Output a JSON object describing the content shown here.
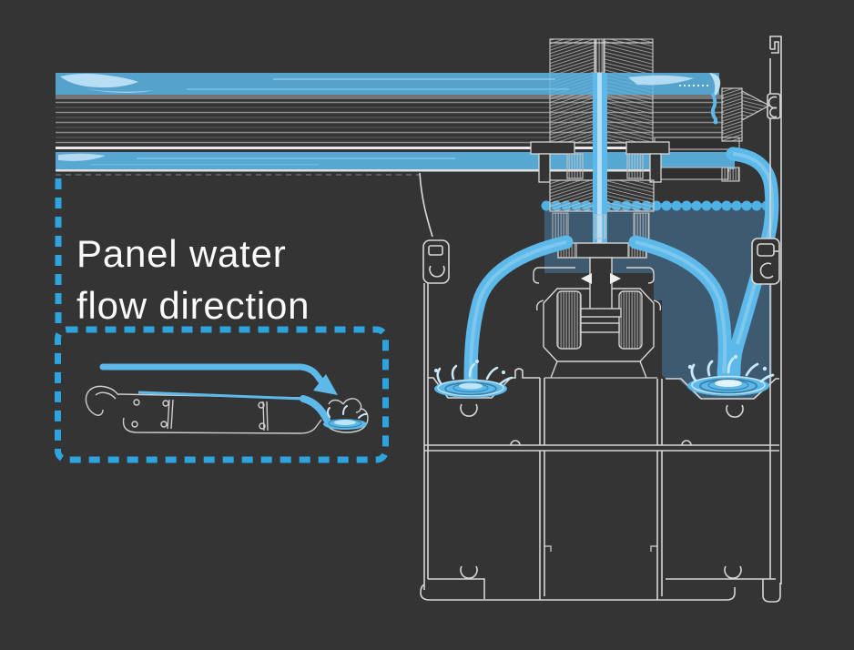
{
  "caption": {
    "line1": "Panel water",
    "line2": "flow direction"
  },
  "icons": {
    "flow_arrow": "arrow-down-right",
    "splash": "water-splash"
  },
  "colors": {
    "background": "#343434",
    "water": "#5cb9e9",
    "water_mid": "#9bd6f3",
    "water_light": "#c9e9fa",
    "water_bright": "#e8f6fd",
    "pool": "#3d5a71",
    "pool_edge": "#4fb1e3",
    "ripple": "#2e6f96",
    "line_art": "#d6d6d6",
    "line_dim": "#9a9a9a",
    "hatch": "#c6c6c6",
    "core_line": "#8a8a8a",
    "dash_border": "#2ea3de",
    "text": "#fafafa"
  }
}
